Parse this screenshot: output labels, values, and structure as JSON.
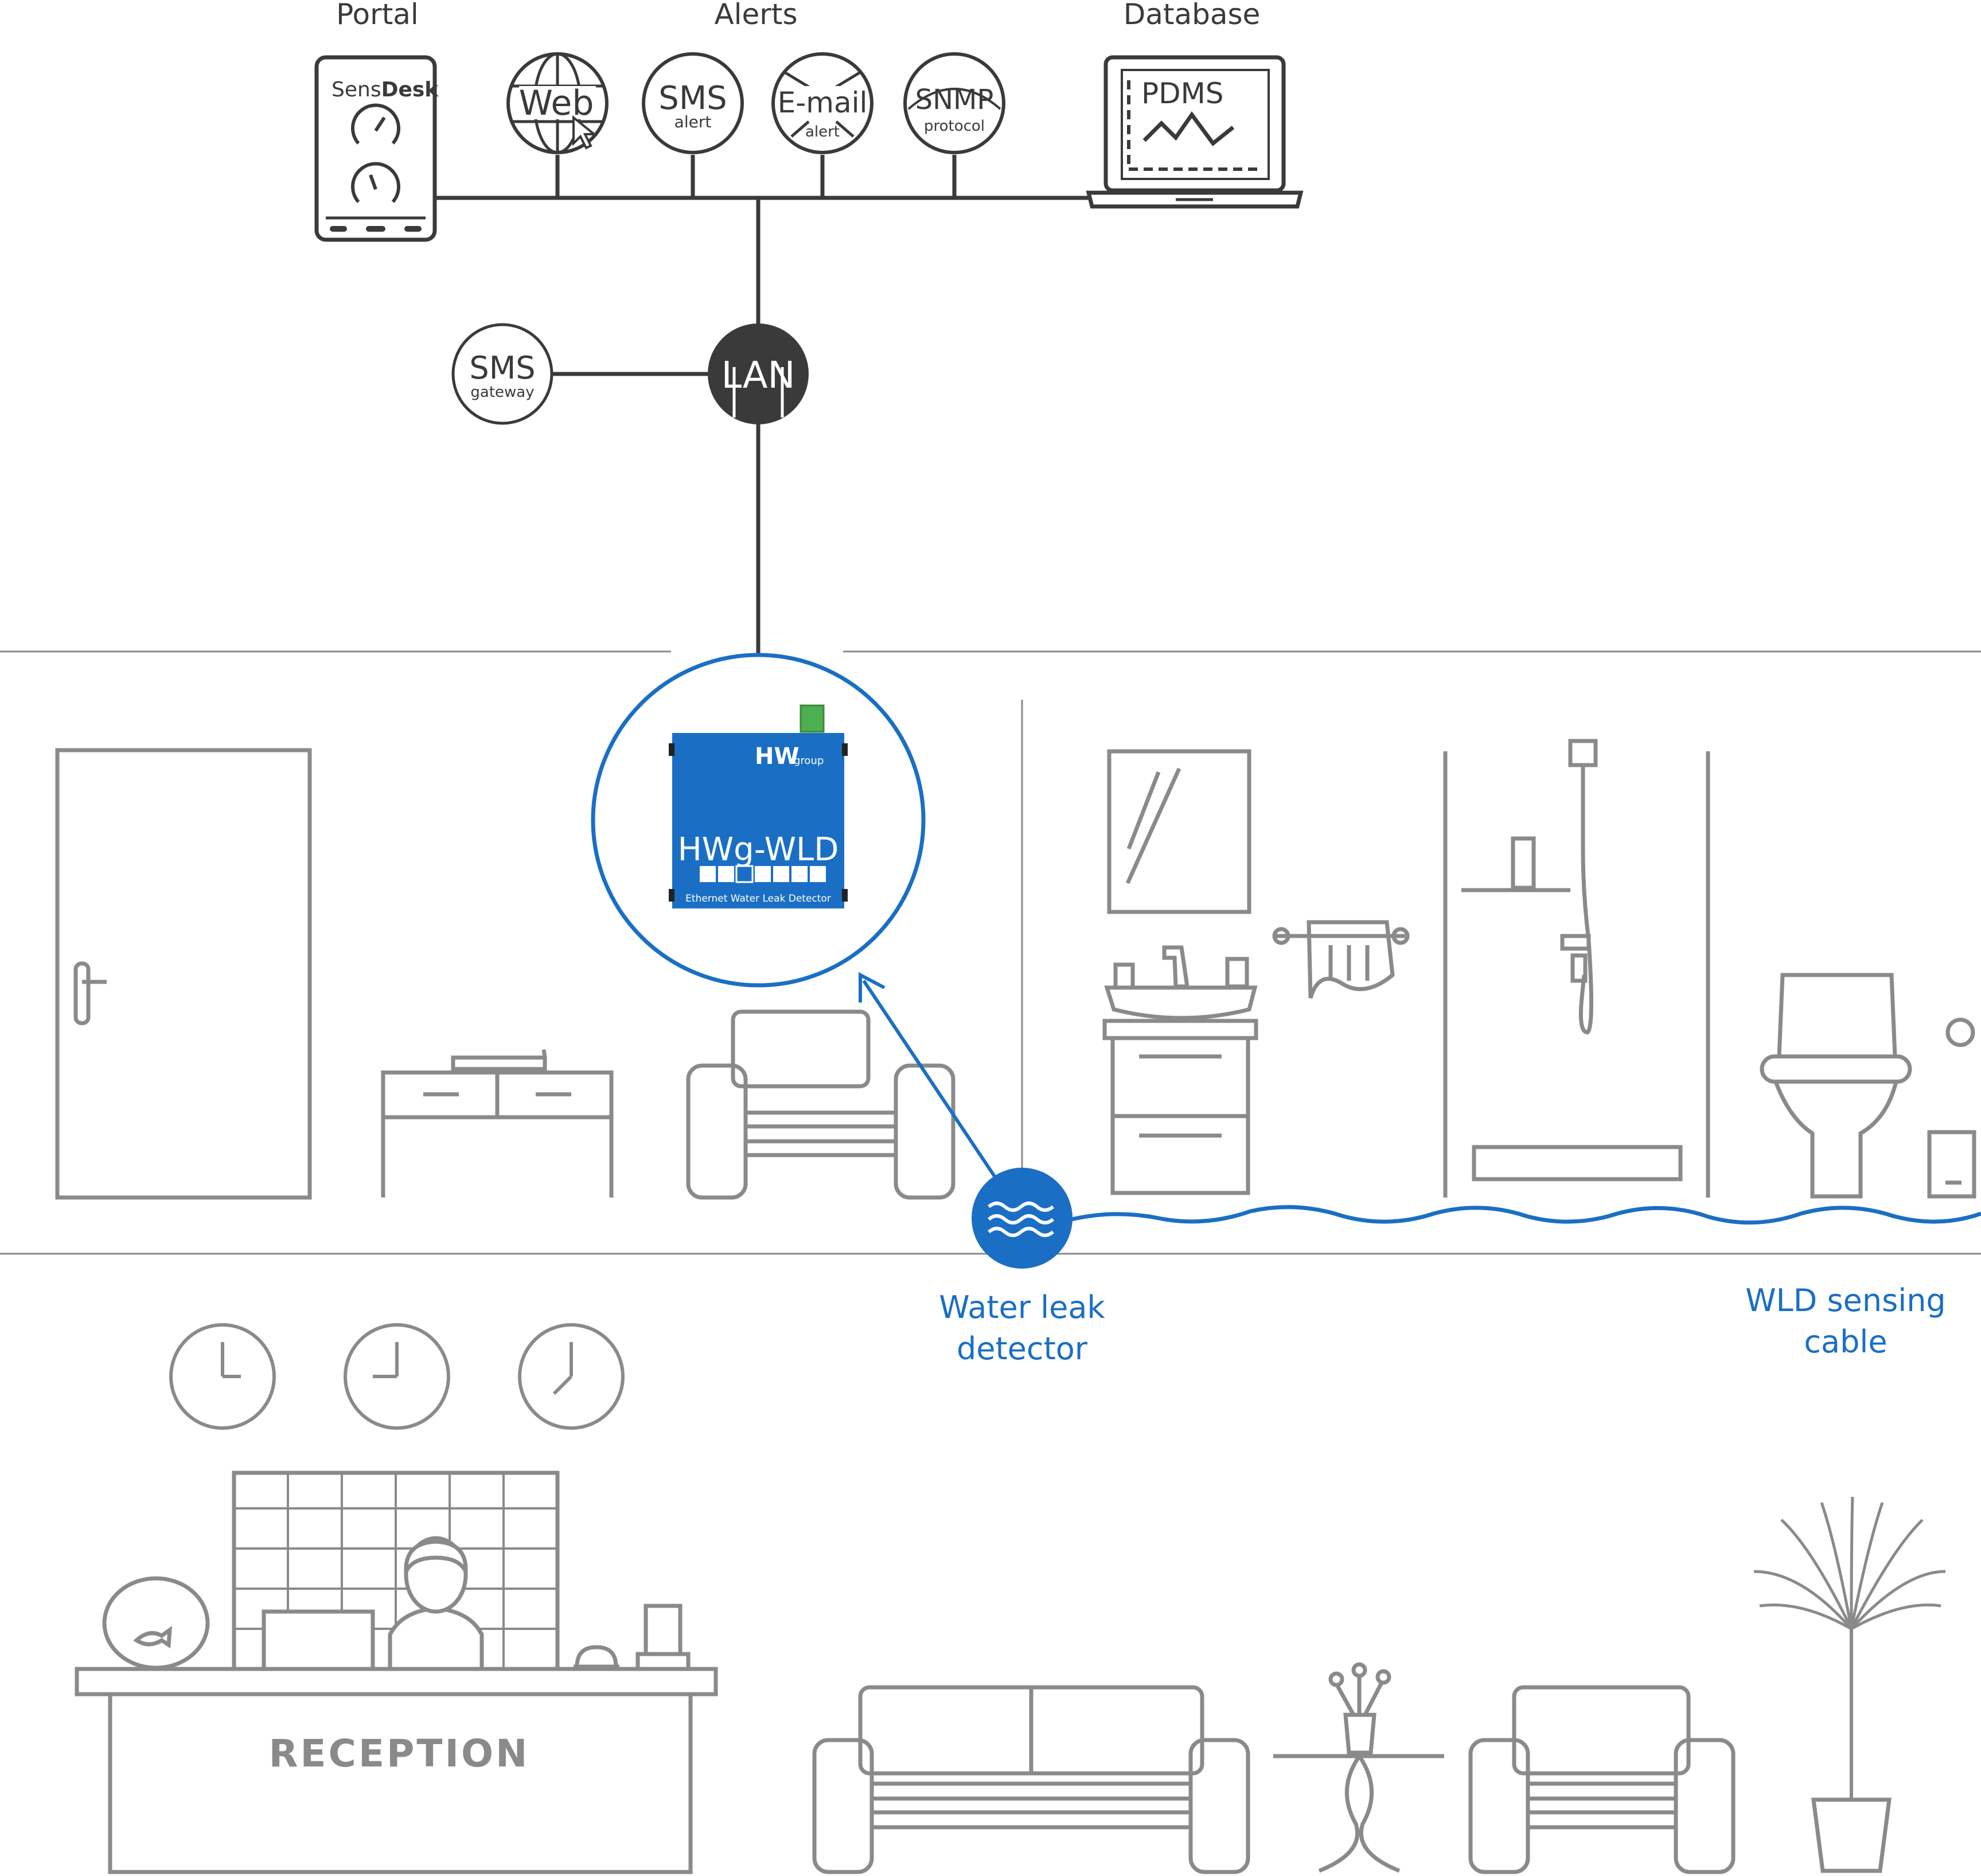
{
  "colors": {
    "dark": "#3a3a3a",
    "line": "#8a8a8a",
    "accent": "#1a6fc4",
    "device": "#1a6fc4"
  },
  "top": {
    "portal_label": "Portal",
    "alerts_label": "Alerts",
    "database_label": "Database",
    "portal_app": {
      "part1": "Sens",
      "part2": "Desk"
    },
    "web": {
      "label": "Web"
    },
    "sms_alert": {
      "label": "SMS",
      "sub": "alert"
    },
    "email_alert": {
      "label": "E-mail",
      "sub": "alert"
    },
    "snmp": {
      "label": "SNMP",
      "sub": "protocol"
    },
    "pdms": {
      "label": "PDMS"
    }
  },
  "network": {
    "lan_label": "LAN",
    "sms_gateway": {
      "label": "SMS",
      "sub": "gateway"
    }
  },
  "device": {
    "brand": "HW",
    "brand_sub": "group",
    "model": "HWg-WLD",
    "caption": "Ethernet Water Leak Detector"
  },
  "labels": {
    "detector_line1": "Water leak",
    "detector_line2": "detector",
    "cable_line1": "WLD sensing",
    "cable_line2": "cable"
  },
  "reception": {
    "desk_label": "RECEPTION"
  }
}
